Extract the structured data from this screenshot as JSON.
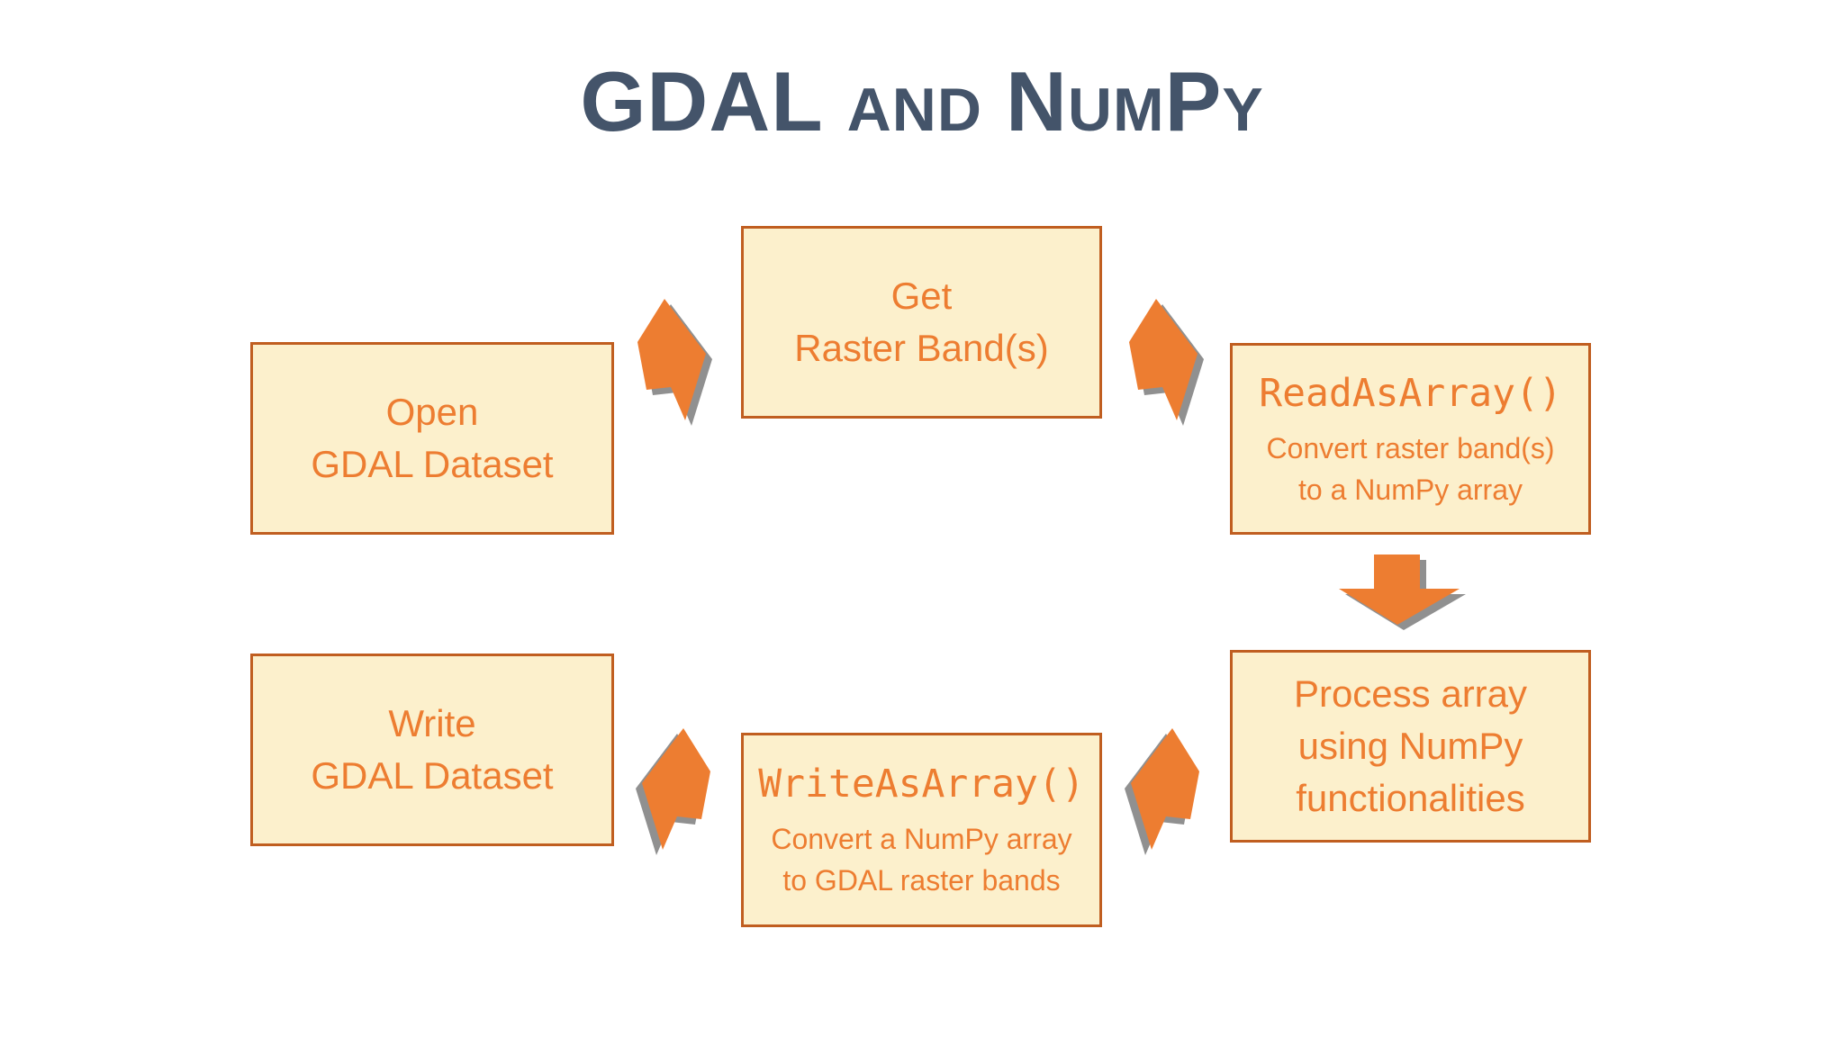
{
  "title": {
    "display": "GDAL and NumPy",
    "segments": [
      {
        "text": "GDAL",
        "style": "large"
      },
      {
        "text": "AND",
        "style": "small"
      },
      {
        "text": "N",
        "style": "large"
      },
      {
        "text": "UM",
        "style": "small"
      },
      {
        "text": "P",
        "style": "large"
      },
      {
        "text": "Y",
        "style": "small"
      }
    ]
  },
  "boxes": [
    {
      "id": "open-gdal-dataset",
      "lines": [
        "Open",
        "GDAL Dataset"
      ]
    },
    {
      "id": "get-raster-bands",
      "lines": [
        "Get",
        "Raster Band(s)"
      ]
    },
    {
      "id": "read-as-array",
      "code": "ReadAsArray()",
      "lines": [
        "Convert raster band(s)",
        "to a NumPy array"
      ]
    },
    {
      "id": "process-array",
      "lines": [
        "Process array",
        "using NumPy",
        "functionalities"
      ]
    },
    {
      "id": "write-as-array",
      "code": "WriteAsArray()",
      "lines": [
        "Convert a NumPy array",
        "to GDAL raster bands"
      ]
    },
    {
      "id": "write-gdal-dataset",
      "lines": [
        "Write",
        "GDAL Dataset"
      ]
    }
  ],
  "arrows": [
    {
      "name": "open-to-get-raster-bands",
      "direction": "right"
    },
    {
      "name": "get-raster-bands-to-read",
      "direction": "right"
    },
    {
      "name": "read-to-process",
      "direction": "down"
    },
    {
      "name": "process-to-write-as-array",
      "direction": "left"
    },
    {
      "name": "write-as-array-to-write",
      "direction": "left"
    }
  ],
  "colors": {
    "background": "#FFFFFF",
    "box_fill": "#FCF0CC",
    "box_border": "#C05E20",
    "box_text": "#ED7D31",
    "arrow_fill": "#ED7D31",
    "arrow_shadow": "#909090",
    "title_color": "#44546A"
  }
}
